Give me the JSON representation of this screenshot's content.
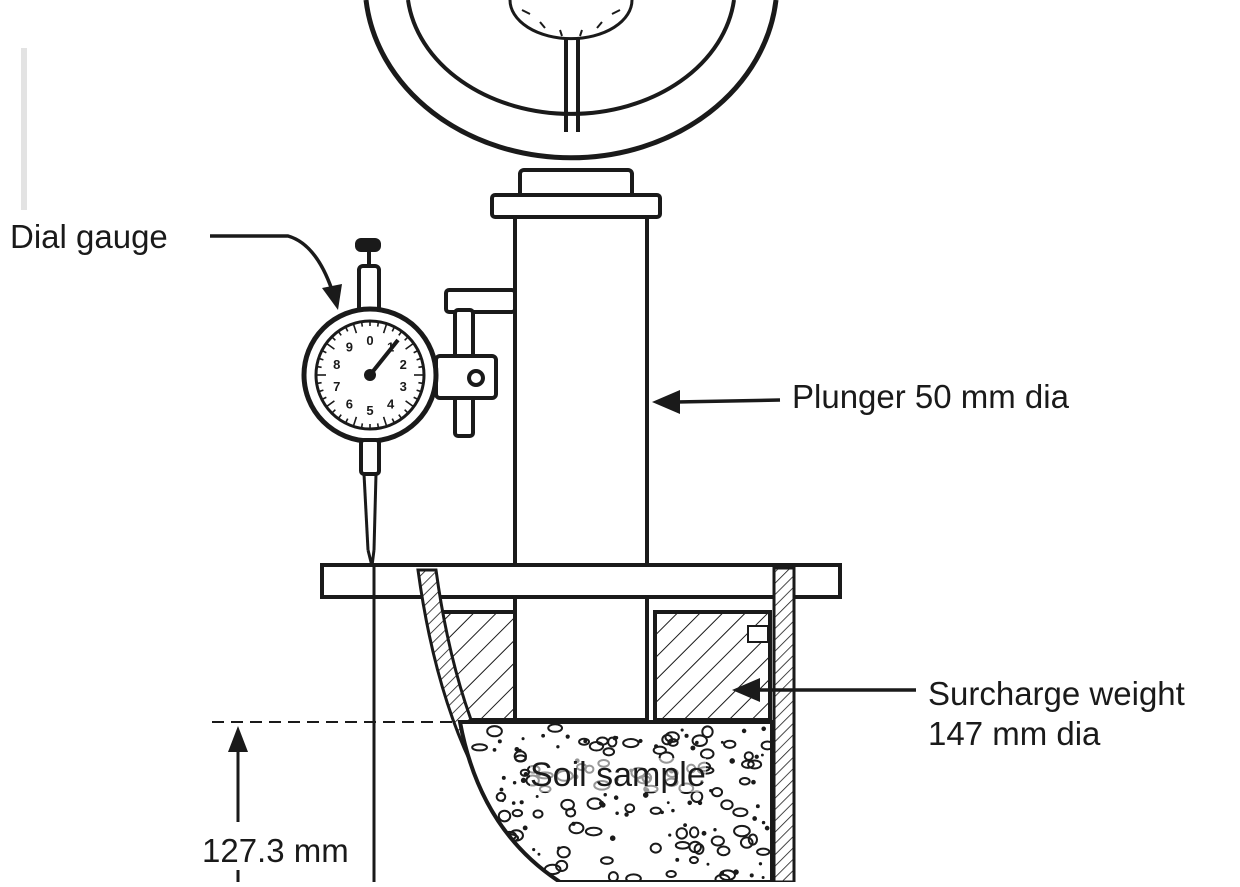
{
  "labels": {
    "dial_gauge": "Dial gauge",
    "plunger": "Plunger 50 mm dia",
    "surcharge_line1": "Surcharge weight",
    "surcharge_line2": "147 mm dia",
    "soil_sample": "Soil sample",
    "sample_height": "127.3 mm"
  },
  "dial_gauge_numbers": [
    "1",
    "2",
    "3",
    "4",
    "5",
    "6",
    "7",
    "8",
    "9",
    "0"
  ],
  "colors": {
    "ink": "#1a1a1a",
    "background": "#ffffff"
  }
}
